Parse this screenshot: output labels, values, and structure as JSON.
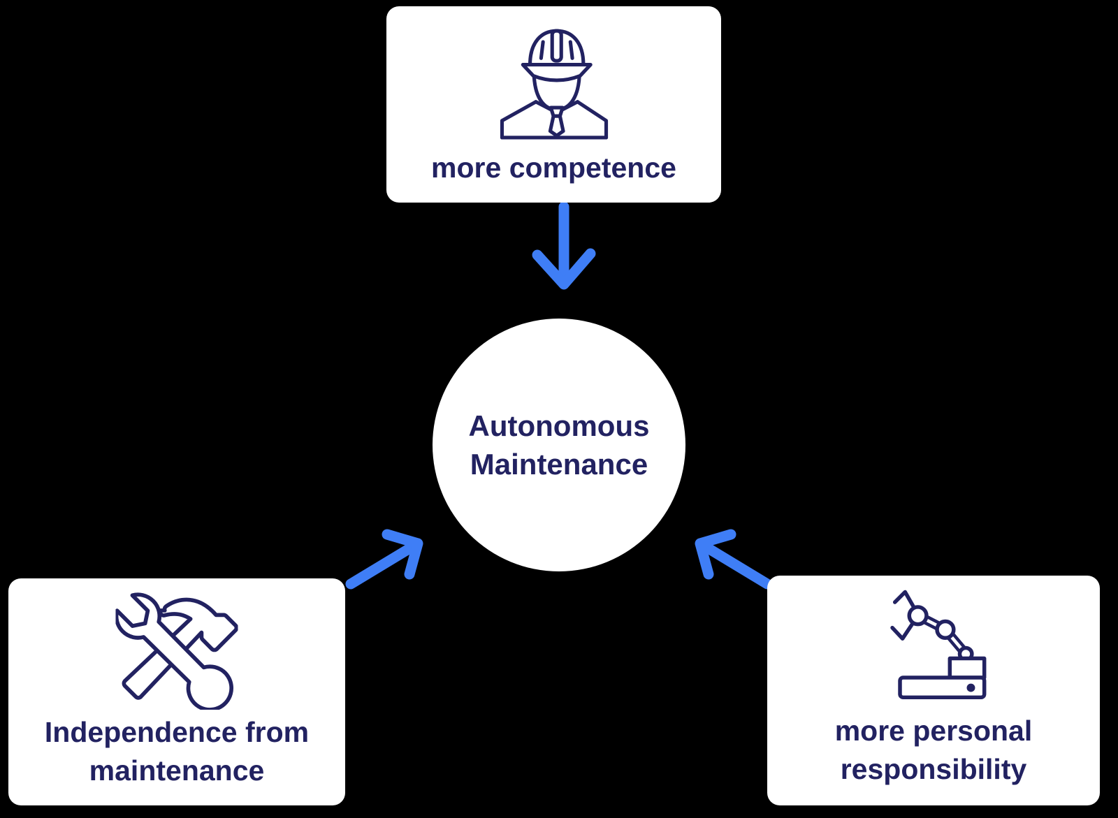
{
  "colors": {
    "background": "#000000",
    "card": "#ffffff",
    "navy": "#222261",
    "blue": "#3F7EF6"
  },
  "center_node": {
    "lines": [
      "Autonomous",
      "Maintenance"
    ]
  },
  "nodes": {
    "top": {
      "label": "more competence",
      "icon": "engineer-hard-hat-icon"
    },
    "bottom_left": {
      "lines": [
        "Independence from",
        "maintenance"
      ],
      "icon": "wrench-hammer-icon"
    },
    "bottom_right": {
      "lines": [
        "more personal",
        "responsibility"
      ],
      "icon": "robot-arm-icon"
    }
  }
}
